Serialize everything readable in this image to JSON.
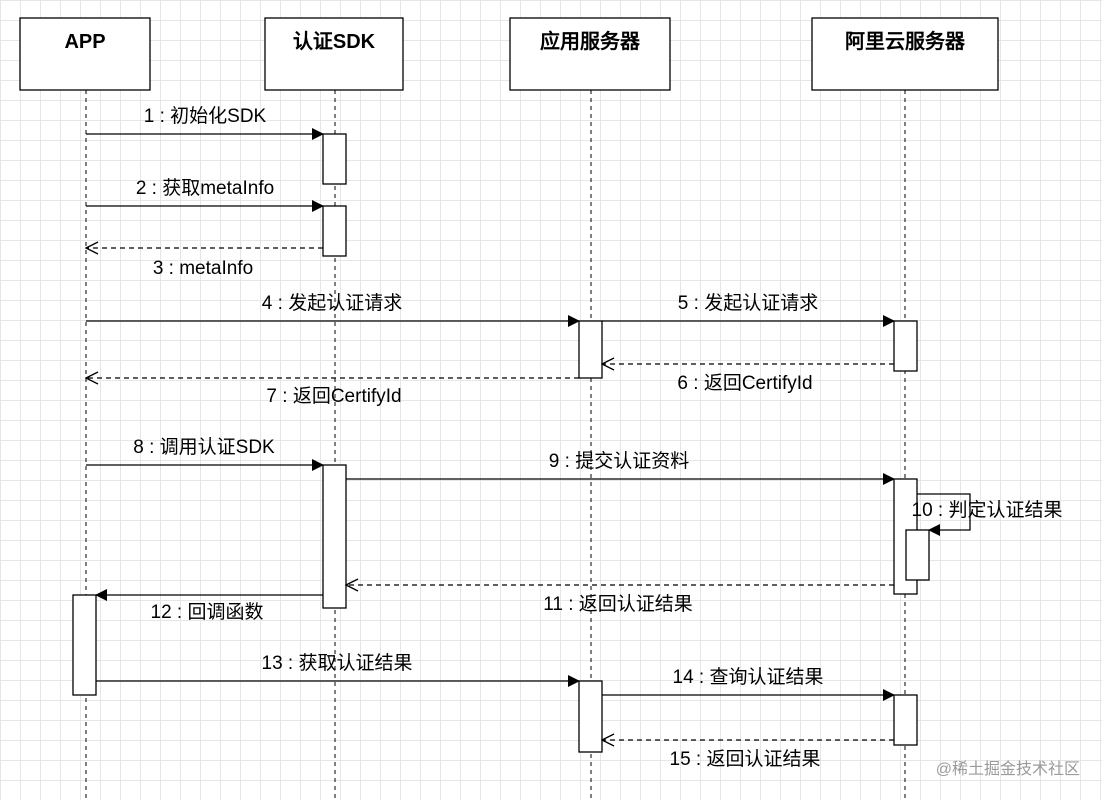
{
  "participants": {
    "app": "APP",
    "sdk": "认证SDK",
    "app_server": "应用服务器",
    "aliyun_server": "阿里云服务器"
  },
  "messages": {
    "m1": "1 : 初始化SDK",
    "m2": "2 : 获取metaInfo",
    "m3": "3 : metaInfo",
    "m4": "4 : 发起认证请求",
    "m5": "5 : 发起认证请求",
    "m6": "6 : 返回CertifyId",
    "m7": "7 : 返回CertifyId",
    "m8": "8 : 调用认证SDK",
    "m9": "9 : 提交认证资料",
    "m10": "10 : 判定认证结果",
    "m11": "11 : 返回认证结果",
    "m12": "12 : 回调函数",
    "m13": "13 : 获取认证结果",
    "m14": "14 : 查询认证结果",
    "m15": "15 : 返回认证结果"
  },
  "watermark": "@稀土掘金技术社区"
}
